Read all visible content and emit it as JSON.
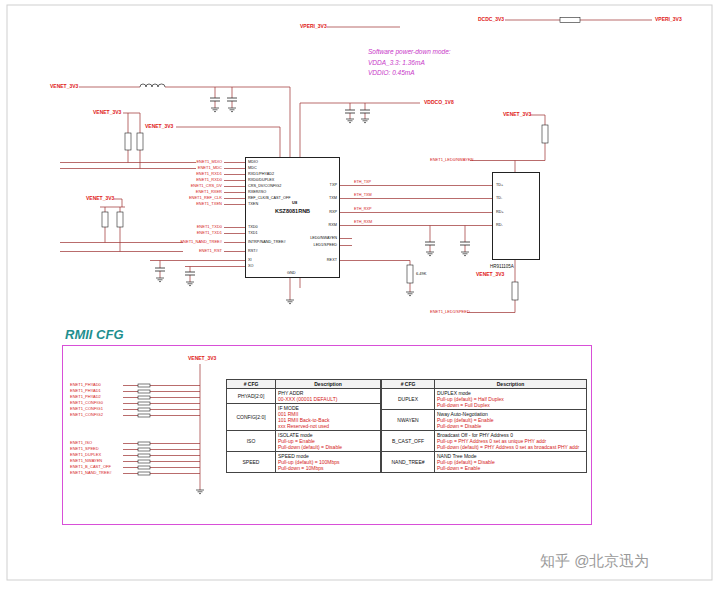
{
  "diagram": {
    "nodes": [
      {
        "text": [
          "KSZ8081RNB"
        ]
      },
      {
        "text": [
          "HR911105A"
        ]
      },
      {
        "text": [
          "RMII CFG"
        ]
      }
    ],
    "edges": [
      {
        "from": 0,
        "to": 1,
        "label": "ETH_TXP",
        "arrow": "none"
      },
      {
        "from": 0,
        "to": 1,
        "label": "ETH_TXM",
        "arrow": "none"
      },
      {
        "from": 0,
        "to": 1,
        "label": "ETH_RXP",
        "arrow": "none"
      },
      {
        "from": 0,
        "to": 1,
        "label": "ETH_RXM",
        "arrow": "none"
      }
    ],
    "labels": [
      "VPERI_3V3",
      "DCDC_3V3",
      "VPERI_3V3",
      "Software power-down mode:",
      "VDDA_3.3: 1.36mA",
      "VDDIO: 0.45mA",
      "VENET_3V3",
      "VENET_3V3",
      "VENET_3V3",
      "VDDCO_1V8",
      "VENET_3V3",
      "VENET_3V3",
      "VENET_3V3",
      "U8",
      "MDIO",
      "MDC",
      "RXD1/PHYAD2",
      "RXD0/DUPLEX",
      "CRS_DV/CONFIG2",
      "RXER/ISO",
      "REF_CLK/B_CAST_OFF",
      "TXEN",
      "TXD0",
      "TXD1",
      "INTRP/NAND_TREE#",
      "RST#",
      "XI",
      "XO",
      "TXP",
      "TXM",
      "RXP",
      "RXM",
      "LED0/NWAYEN",
      "LED1/SPEED",
      "REXT",
      "GND",
      "ENET1_MDIO",
      "ENET1_MDC",
      "ENET1_RXD1",
      "ENET1_RXD0",
      "ENET1_CRS_DV",
      "ENET1_RXER",
      "ENET1_REF_CLK",
      "ENET1_TXEN",
      "ENET1_TXD0",
      "ENET1_TXD1",
      "ENET1_NAND_TREE#",
      "ENET1_RST",
      "ENET1_LED0/NWAYEN",
      "ENET1_LED1/SPEED",
      "6.49K",
      "ENET1_PHYAD0",
      "ENET1_PHYAD1",
      "ENET1_PHYAD2",
      "ENET1_CONFIG0",
      "ENET1_CONFIG1",
      "ENET1_CONFIG2",
      "ENET1_ISO",
      "ENET1_SPEED",
      "ENET1_DUPLEX",
      "ENET1_NWAYEN",
      "ENET1_B_CAST_OFF",
      "ENET1_NAND_TREE#",
      "VENET_3V3",
      "# CFG",
      "Description",
      "PHYAD[2:0]",
      "PHY ADDR",
      "00-XXX (00001 DEFAULT)",
      "CONFIG[2:0]",
      "IF MODE",
      "001 RMII",
      "101 RMII Back-to-Back",
      "xxx Reserved-not used",
      "ISO",
      "ISOLATE mode",
      "Pull-up = Enable",
      "Pull-down (default) = Disable",
      "SPEED",
      "SPEED mode",
      "Pull-up (default) = 100Mbps",
      "Pull-down = 10Mbps",
      "# CFG",
      "Description",
      "DUPLEX",
      "DUPLEX mode",
      "Pull-up (default) = Half Duplex",
      "Pull-down = Full Duplex",
      "NWAYEN",
      "Nway Auto-Negotiation",
      "Pull-up (default) = Enable",
      "Pull-down = Disable",
      "B_CAST_OFF",
      "Broadcast Off - for PHY Address 0",
      "Pull-up = PHY Address 0 set as unique PHY addr",
      "Pull-down (default) = PHY Address 0 set as broadcast PHY addr",
      "NAND_TREE#",
      "NAND Tree Mode",
      "Pull-up (default) = Disable",
      "Pull-down = Enable",
      "知乎 @北京迅为",
      "TD+",
      "TD-",
      "RD+",
      "RD-"
    ]
  }
}
